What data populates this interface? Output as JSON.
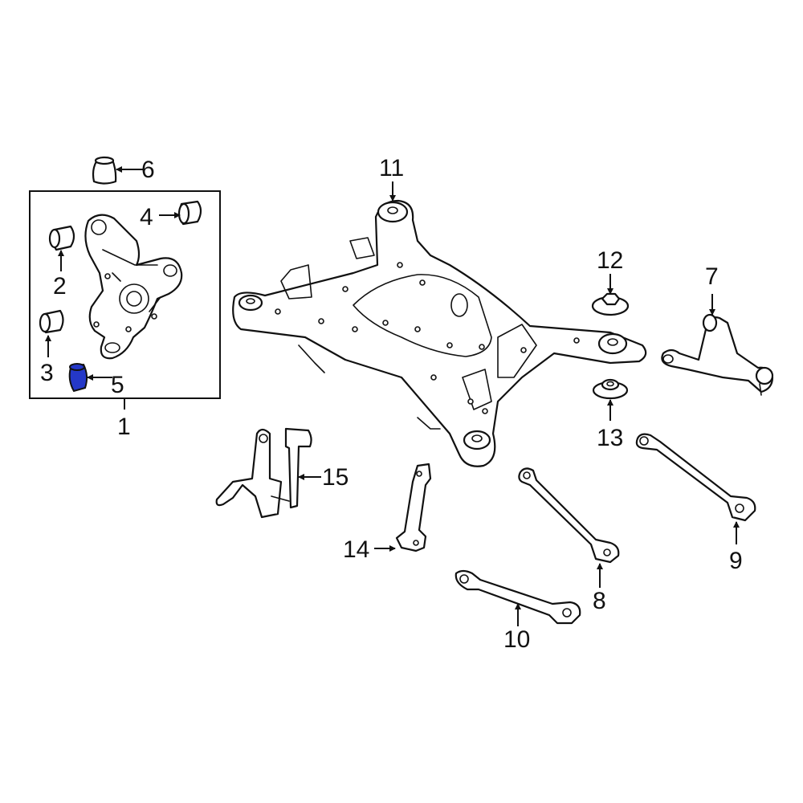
{
  "callouts": {
    "c1": "1",
    "c2": "2",
    "c3": "3",
    "c4": "4",
    "c5": "5",
    "c6": "6",
    "c7": "7",
    "c8": "8",
    "c9": "9",
    "c10": "10",
    "c11": "11",
    "c12": "12",
    "c13": "13",
    "c14": "14",
    "c15": "15"
  },
  "highlight": {
    "part": "5",
    "color": "#2438c8",
    "line_color": "#111111"
  }
}
